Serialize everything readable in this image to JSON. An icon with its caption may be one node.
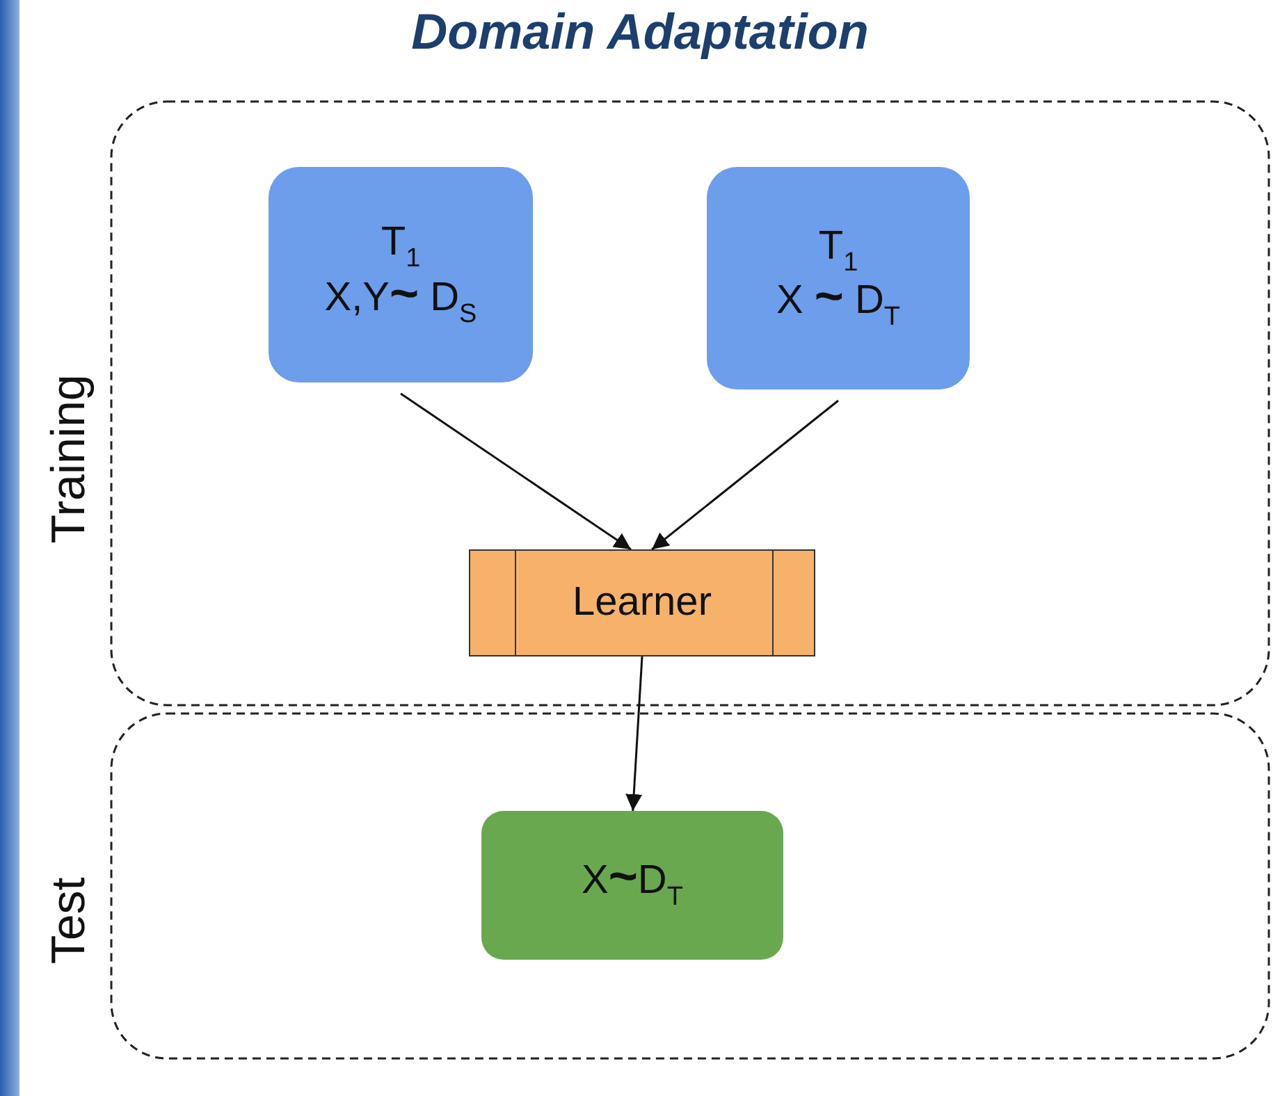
{
  "diagram": {
    "title": "Domain Adaptation",
    "nodes": [
      {
        "text": [
          "Training"
        ]
      },
      {
        "text": [
          "T$_{1}$",
          "X,Y**~** D$_{S}$"
        ],
        "in": 0
      },
      {
        "text": [
          "T$_{1}$",
          "X **~** D$_{T}$"
        ],
        "in": 0
      },
      {
        "text": [
          "Learner"
        ],
        "in": 0
      },
      {
        "text": [
          "Test"
        ]
      },
      {
        "text": [
          "X**~**D$_{T}$"
        ],
        "in": 4
      }
    ],
    "edges": [
      {
        "from": 1,
        "to": 3,
        "arrow": "to"
      },
      {
        "from": 2,
        "to": 3,
        "arrow": "to"
      },
      {
        "from": 3,
        "to": 5,
        "arrow": "to"
      }
    ]
  }
}
